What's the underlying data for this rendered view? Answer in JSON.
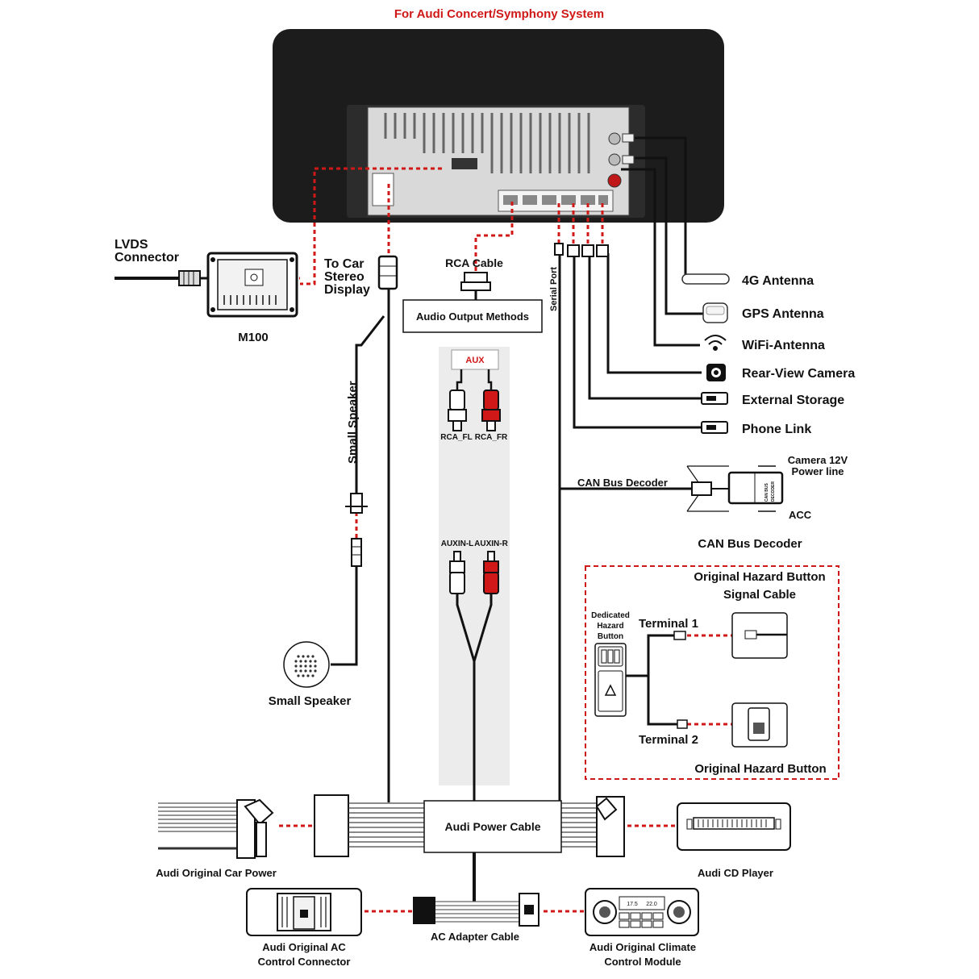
{
  "header": {
    "title": "For Audi Concert/Symphony System"
  },
  "left": {
    "lvds": [
      "LVDS",
      "Connector"
    ],
    "m100": "M100",
    "to_car": [
      "To Car",
      "Stereo",
      "Display"
    ],
    "small_speaker_cable": "Small Speaker",
    "small_speaker": "Small Speaker"
  },
  "center": {
    "rca_cable": "RCA Cable",
    "audio_output": "Audio Output Methods",
    "aux": "AUX",
    "rca_fl": "RCA_FL",
    "rca_fr": "RCA_FR",
    "auxin_l": "AUXIN-L",
    "auxin_r": "AUXIN-R",
    "serial_port": "Serial Port"
  },
  "right": {
    "antenna_4g": "4G Antenna",
    "gps": "GPS Antenna",
    "wifi": "WiFi-Antenna",
    "camera": "Rear-View Camera",
    "storage": "External Storage",
    "phone": "Phone Link",
    "canbus_line": "CAN Bus Decoder",
    "camera_power": [
      "Camera 12V",
      "Power line"
    ],
    "acc": "ACC",
    "canbus_title": "CAN Bus Decoder",
    "canbus_box": [
      "CAN BUS",
      "DECODER"
    ]
  },
  "hazard": {
    "title": [
      "Original Hazard Button",
      "Signal Cable"
    ],
    "dedicated": [
      "Dedicated",
      "Hazard",
      "Button"
    ],
    "terminal1": "Terminal 1",
    "terminal2": "Terminal 2",
    "bottom": "Original Hazard Button"
  },
  "bottom": {
    "power_cable": "Audi Power Cable",
    "car_power": "Audi Original Car Power",
    "cd_player": "Audi CD Player",
    "ac_connector": [
      "Audi Original AC",
      "Control Connector"
    ],
    "ac_adapter": "AC Adapter Cable",
    "climate": [
      "Audi Original Climate",
      "Control Module"
    ],
    "climate_temps": [
      "17.5",
      "22.0"
    ]
  },
  "colors": {
    "accent_red": "#d01818",
    "black": "#111111",
    "unit_body": "#1c1c1c",
    "grey_panel": "#ececec"
  }
}
